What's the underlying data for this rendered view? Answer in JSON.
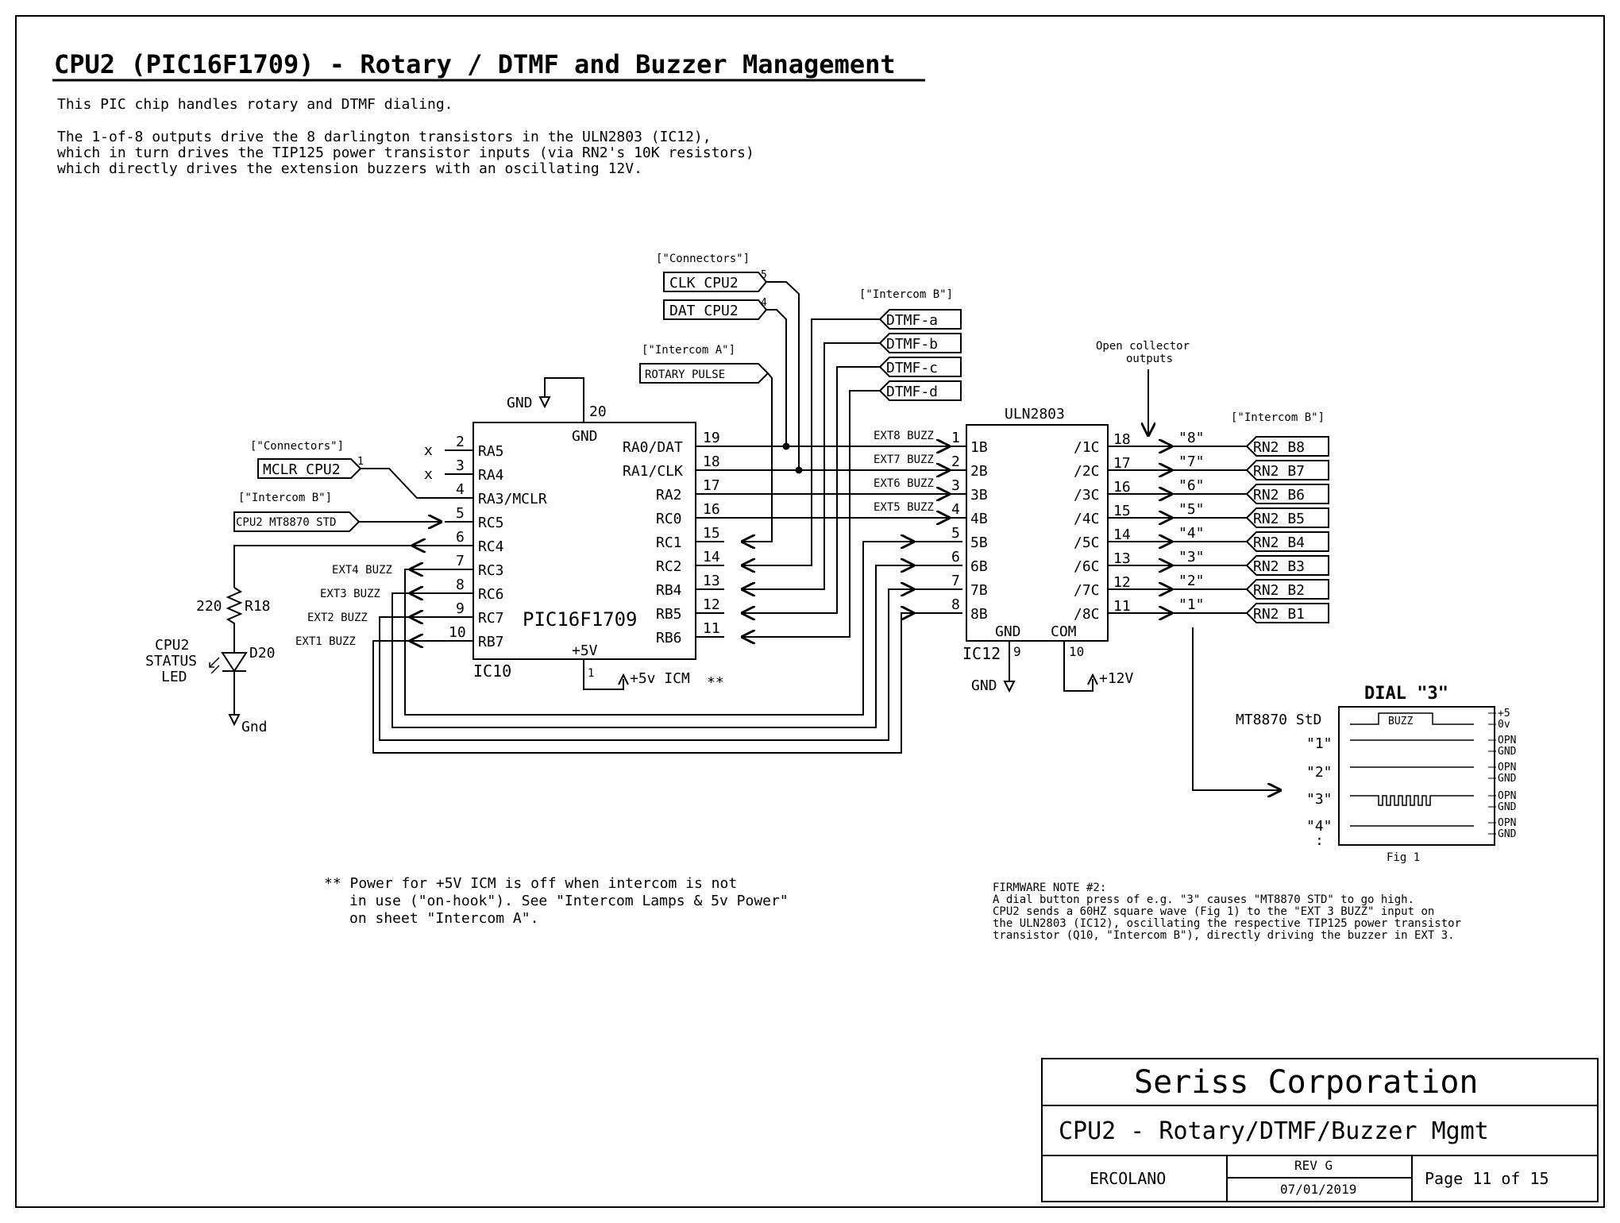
{
  "title": "CPU2 (PIC16F1709) - Rotary / DTMF and Buzzer Management",
  "intro": {
    "line1": "This PIC chip handles rotary and DTMF dialing.",
    "line2": "The 1-of-8 outputs drive the 8 darlington transistors in the ULN2803 (IC12),",
    "line3": "which in turn drives the TIP125 power transistor inputs (via RN2's 10K resistors)",
    "line4": "which directly drives the extension buzzers with an oscillating 12V."
  },
  "connectors": {
    "label_connectors": "[\"Connectors\"]",
    "label_intercom_a": "[\"Intercom A\"]",
    "label_intercom_b": "[\"Intercom B\"]",
    "clk": "CLK CPU2",
    "clk_pin": "5",
    "dat": "DAT CPU2",
    "dat_pin": "4",
    "rotary": "ROTARY PULSE",
    "dtmf": [
      "DTMF-a",
      "DTMF-b",
      "DTMF-c",
      "DTMF-d"
    ],
    "mclr": "MCLR CPU2",
    "mclr_pin": "1",
    "mt8870": "CPU2 MT8870 STD",
    "rn2": [
      "RN2 B8",
      "RN2 B7",
      "RN2 B6",
      "RN2 B5",
      "RN2 B4",
      "RN2 B3",
      "RN2 B2",
      "RN2 B1"
    ]
  },
  "ic10": {
    "name": "PIC16F1709",
    "ref": "IC10",
    "gnd": "GND",
    "gnd_pin": "20",
    "vcc": "+5V",
    "vcc_pin": "1",
    "left_pins": [
      {
        "num": "2",
        "name": "RA5",
        "nc": "x"
      },
      {
        "num": "3",
        "name": "RA4",
        "nc": "x"
      },
      {
        "num": "4",
        "name": "RA3/MCLR",
        "nc": ""
      },
      {
        "num": "5",
        "name": "RC5",
        "nc": ""
      },
      {
        "num": "6",
        "name": "RC4",
        "nc": ""
      },
      {
        "num": "7",
        "name": "RC3",
        "nc": ""
      },
      {
        "num": "8",
        "name": "RC6",
        "nc": ""
      },
      {
        "num": "9",
        "name": "RC7",
        "nc": ""
      },
      {
        "num": "10",
        "name": "RB7",
        "nc": ""
      }
    ],
    "right_pins": [
      {
        "num": "19",
        "name": "RA0/DAT"
      },
      {
        "num": "18",
        "name": "RA1/CLK"
      },
      {
        "num": "17",
        "name": "RA2"
      },
      {
        "num": "16",
        "name": "RC0"
      },
      {
        "num": "15",
        "name": "RC1"
      },
      {
        "num": "14",
        "name": "RC2"
      },
      {
        "num": "13",
        "name": "RB4"
      },
      {
        "num": "12",
        "name": "RB5"
      },
      {
        "num": "11",
        "name": "RB6"
      }
    ],
    "ext_buzz": [
      "EXT4 BUZZ",
      "EXT3 BUZZ",
      "EXT2 BUZZ",
      "EXT1 BUZZ"
    ]
  },
  "power": {
    "gnd_label": "GND",
    "icm_label": "+5v ICM",
    "icm_mark": "**",
    "gnd2": "GND",
    "v12": "+12V",
    "gnd_led": "Gnd"
  },
  "led": {
    "r_value": "220",
    "r_ref": "R18",
    "d_ref": "D20",
    "label1": "CPU2",
    "label2": "STATUS",
    "label3": "LED"
  },
  "uln": {
    "name": "ULN2803",
    "ref": "IC12",
    "gnd": "GND",
    "com": "COM",
    "gnd_pin": "9",
    "com_pin": "10",
    "inputs": [
      {
        "num": "1",
        "name": "1B",
        "net": "EXT8 BUZZ"
      },
      {
        "num": "2",
        "name": "2B",
        "net": "EXT7 BUZZ"
      },
      {
        "num": "3",
        "name": "3B",
        "net": "EXT6 BUZZ"
      },
      {
        "num": "4",
        "name": "4B",
        "net": "EXT5 BUZZ"
      },
      {
        "num": "5",
        "name": "5B",
        "net": ""
      },
      {
        "num": "6",
        "name": "6B",
        "net": ""
      },
      {
        "num": "7",
        "name": "7B",
        "net": ""
      },
      {
        "num": "8",
        "name": "8B",
        "net": ""
      }
    ],
    "outputs": [
      {
        "num": "18",
        "name": "/1C",
        "net": "\"8\""
      },
      {
        "num": "17",
        "name": "/2C",
        "net": "\"7\""
      },
      {
        "num": "16",
        "name": "/3C",
        "net": "\"6\""
      },
      {
        "num": "15",
        "name": "/4C",
        "net": "\"5\""
      },
      {
        "num": "14",
        "name": "/5C",
        "net": "\"4\""
      },
      {
        "num": "13",
        "name": "/6C",
        "net": "\"3\""
      },
      {
        "num": "12",
        "name": "/7C",
        "net": "\"2\""
      },
      {
        "num": "11",
        "name": "/8C",
        "net": "\"1\""
      }
    ],
    "open_collector1": "Open collector",
    "open_collector2": "outputs"
  },
  "dial": {
    "title": "DIAL \"3\"",
    "row_labels": [
      "MT8870 StD",
      "\"1\"",
      "\"2\"",
      "\"3\"",
      "\"4\""
    ],
    "buzz": "BUZZ",
    "levels": [
      [
        "+5",
        "0v"
      ],
      [
        "OPN",
        "GND"
      ],
      [
        "OPN",
        "GND"
      ],
      [
        "OPN",
        "GND"
      ],
      [
        "OPN",
        "GND"
      ]
    ],
    "dots": ":",
    "fig": "Fig 1"
  },
  "note_power": {
    "line1": "** Power for +5V ICM is off when intercom is not",
    "line2": "in use (\"on-hook\"). See \"Intercom Lamps & 5v Power\"",
    "line3": "on sheet \"Intercom A\"."
  },
  "firmware_note": {
    "line1": "FIRMWARE NOTE #2:",
    "line2": "A dial button press of e.g. \"3\" causes \"MT8870 STD\" to go high.",
    "line3": "CPU2 sends a 60HZ square wave (Fig 1) to the \"EXT 3 BUZZ\" input on",
    "line4": "the ULN2803 (IC12), oscillating the respective TIP125 power transistor",
    "line5": "transistor (Q10, \"Intercom B\"), directly driving the buzzer in EXT 3."
  },
  "title_block": {
    "company": "Seriss Corporation",
    "sheet_title": "CPU2 - Rotary/DTMF/Buzzer Mgmt",
    "author": "ERCOLANO",
    "rev": "REV G",
    "date": "07/01/2019",
    "page": "Page 11 of 15"
  }
}
